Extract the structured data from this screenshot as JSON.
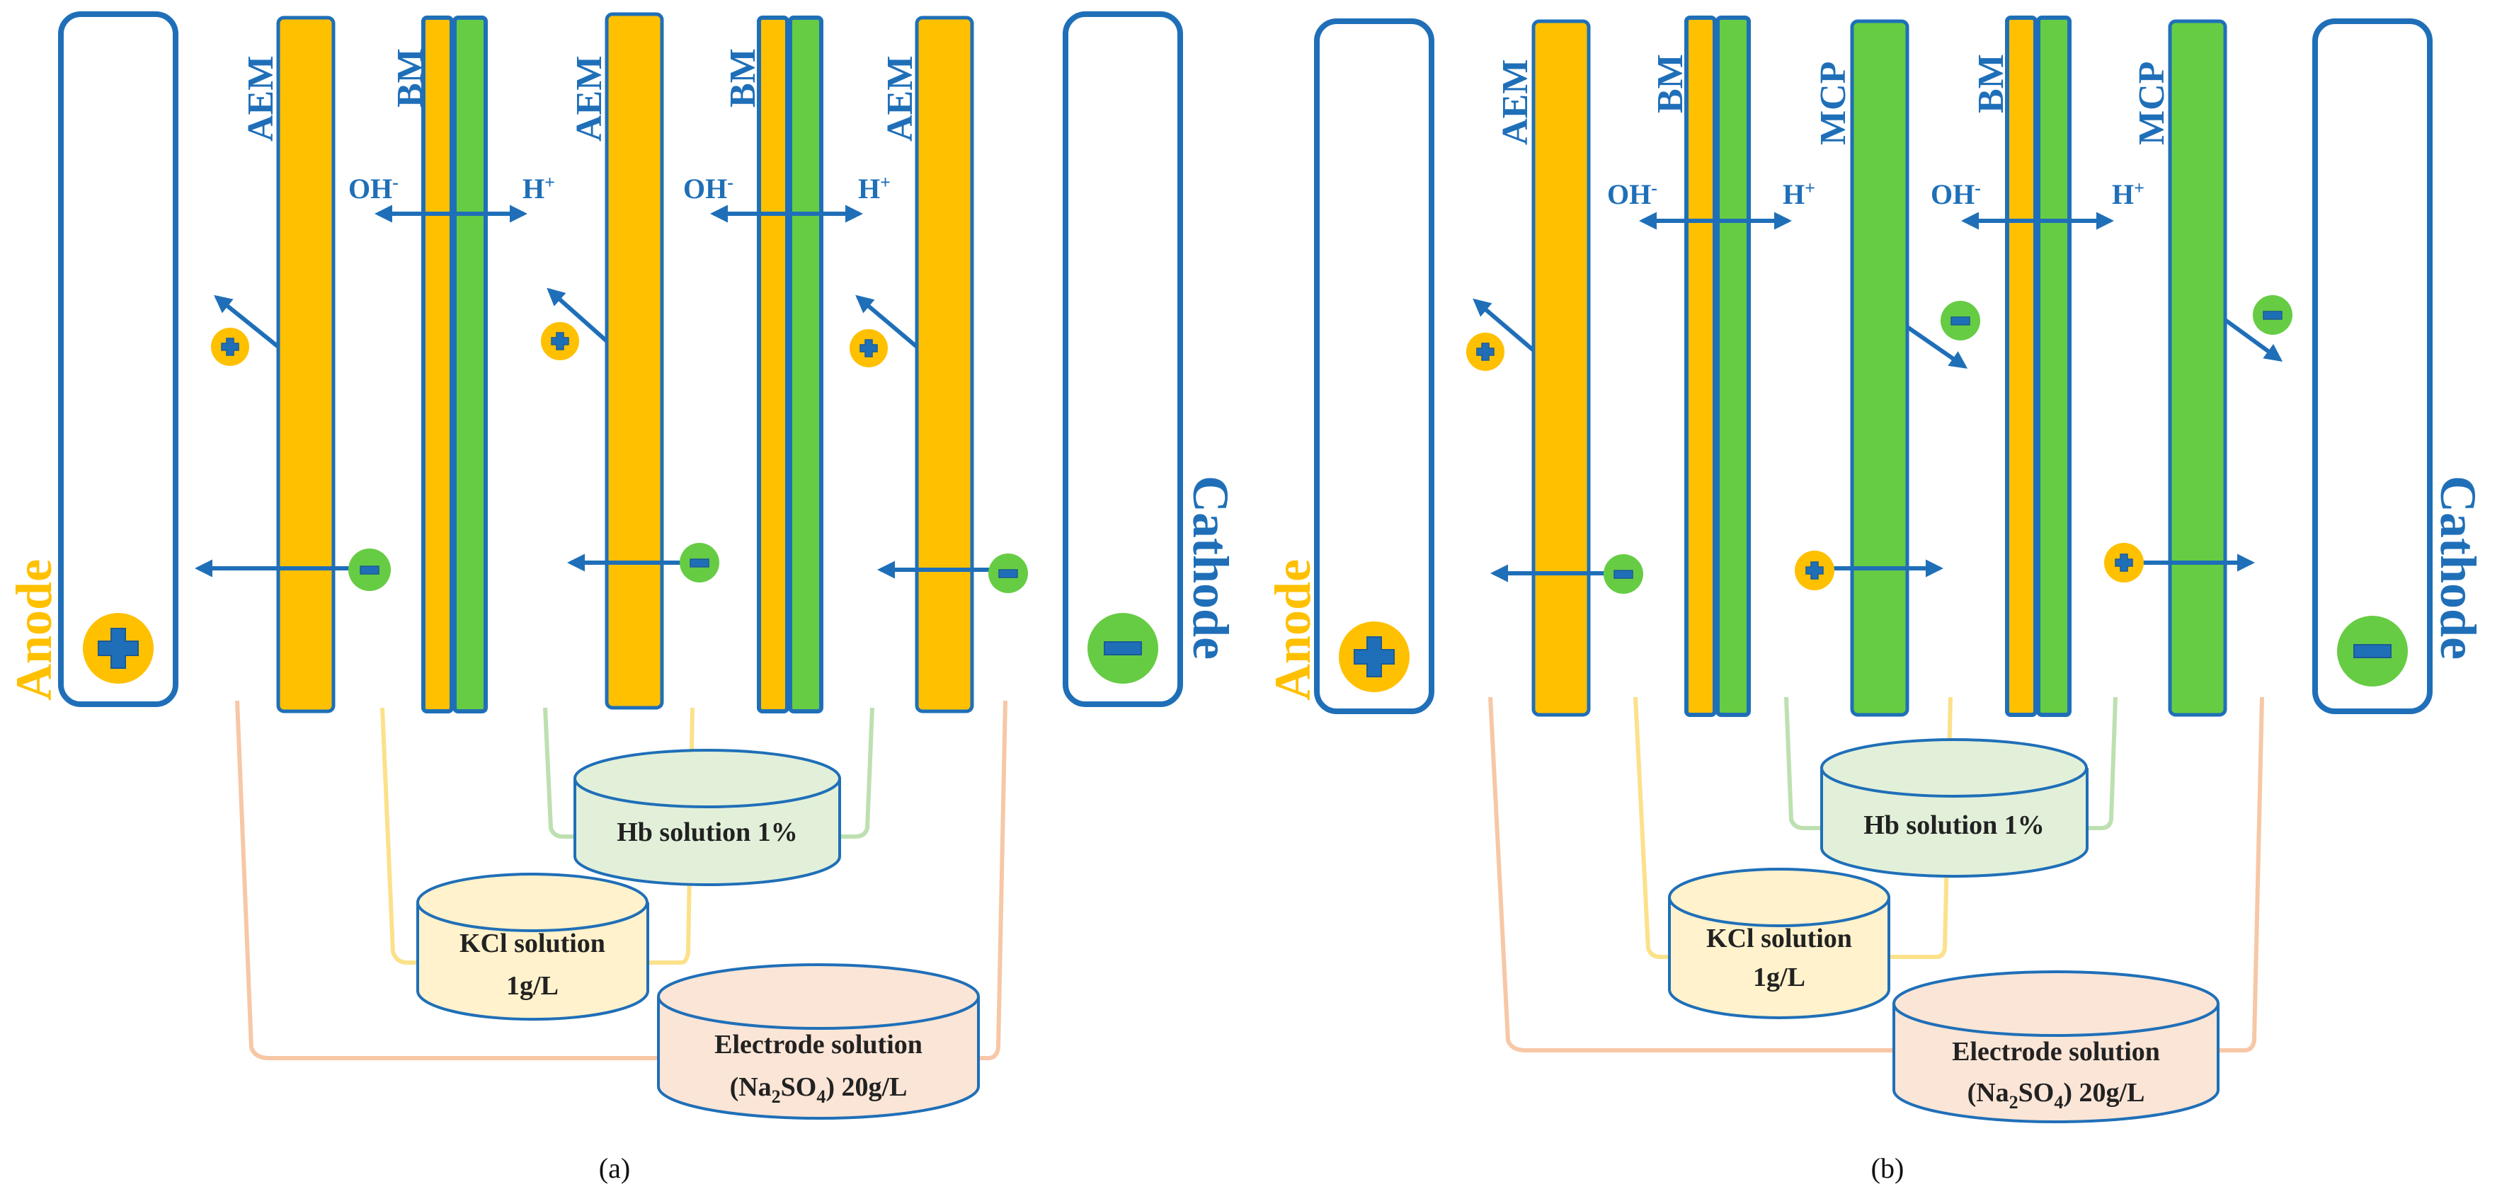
{
  "colors": {
    "blue": "#1f6fb8",
    "dark_blue": "#1b5a96",
    "yellow": "#ffc000",
    "green": "#66cc44",
    "pipe_salmon": "#f7c7a6",
    "pipe_yellow": "#fbe18a",
    "pipe_green": "#bde0b0",
    "tank_green": "#e2f0d9",
    "tank_yellow": "#fff2cc",
    "tank_salmon": "#fbe5d6"
  },
  "panels": [
    {
      "id": "a",
      "label": "(a)",
      "anode_label": "Anode",
      "cathode_label": "Cathode",
      "membranes": [
        "AEM",
        "BM",
        "AEM",
        "BM",
        "AEM"
      ],
      "ions": {
        "oh": "OH",
        "oh_sup": "-",
        "h": "H",
        "h_sup": "+"
      },
      "tanks": {
        "hb": {
          "line1": "Hb solution 1%"
        },
        "kcl": {
          "line1": "KCl solution",
          "line2": "1g/L"
        },
        "electrode": {
          "line1": "Electrode solution",
          "line2_pre": "(Na",
          "line2_sub1": "2",
          "line2_mid": "SO",
          "line2_sub2": "4",
          "line2_post": ") 20g/L"
        }
      }
    },
    {
      "id": "b",
      "label": "(b)",
      "anode_label": "Anode",
      "cathode_label": "Cathode",
      "membranes": [
        "AEM",
        "BM",
        "MCP",
        "BM",
        "MCP"
      ],
      "ions": {
        "oh": "OH",
        "oh_sup": "-",
        "h": "H",
        "h_sup": "+"
      },
      "tanks": {
        "hb": {
          "line1": "Hb solution 1%"
        },
        "kcl": {
          "line1": "KCl solution",
          "line2": "1g/L"
        },
        "electrode": {
          "line1": "Electrode solution",
          "line2_pre": "(Na",
          "line2_sub1": "2",
          "line2_mid": "SO",
          "line2_sub2": "4",
          "line2_post": ") 20g/L"
        }
      }
    }
  ]
}
